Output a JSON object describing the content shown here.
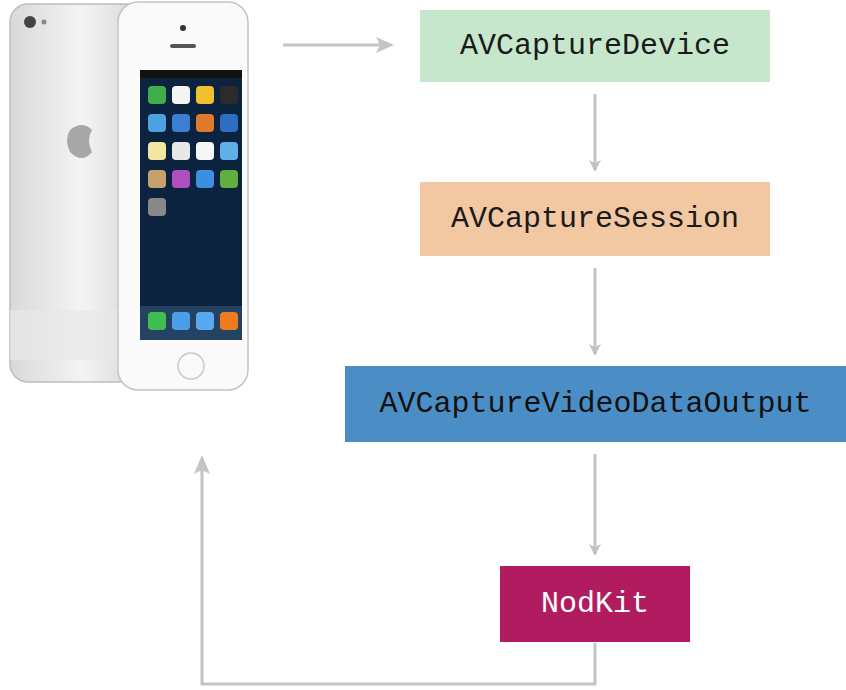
{
  "diagram": {
    "nodes": [
      {
        "text": [
          "AVCaptureDevice"
        ]
      },
      {
        "text": [
          "AVCaptureSession"
        ]
      },
      {
        "text": [
          "AVCaptureVideoDataOutput"
        ]
      },
      {
        "text": [
          "NodKit"
        ]
      }
    ],
    "edges": [
      {
        "from": 0,
        "to": 1,
        "arrow": "to"
      },
      {
        "from": 1,
        "to": 2,
        "arrow": "to"
      },
      {
        "from": 2,
        "to": 3,
        "arrow": "to"
      }
    ]
  }
}
